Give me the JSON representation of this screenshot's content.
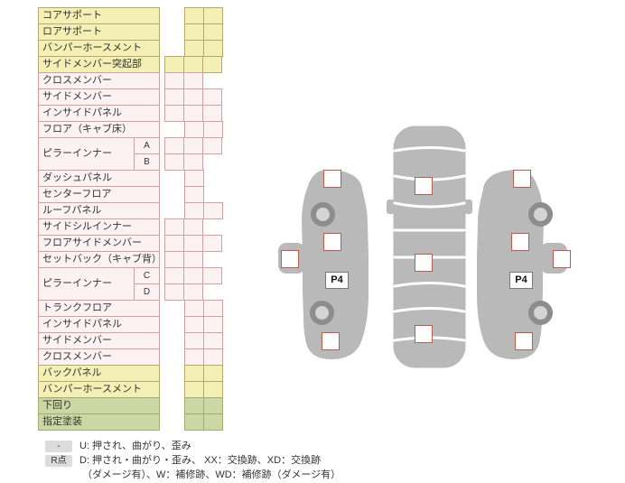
{
  "parts_table": {
    "rows": [
      {
        "label": "コアサポート",
        "color": "yellow",
        "cells": 2,
        "offset": 1
      },
      {
        "label": "ロアサポート",
        "color": "yellow",
        "cells": 2,
        "offset": 1
      },
      {
        "label": "バンパーホースメント",
        "color": "yellow",
        "cells": 2,
        "offset": 1
      },
      {
        "label": "サイドメンバー突起部",
        "color": "yellow",
        "cells": 3,
        "offset": 0
      },
      {
        "label": "クロスメンバー",
        "color": "pink",
        "cells": 2,
        "offset": 0
      },
      {
        "label": "サイドメンバー",
        "color": "pink",
        "cells": 3,
        "offset": 0
      },
      {
        "label": "インサイドパネル",
        "color": "pink",
        "cells": 3,
        "offset": 0
      },
      {
        "label": "フロア（キャブ床）",
        "color": "pink",
        "cells": 2,
        "offset": 1
      },
      {
        "label": "ピラーインナー",
        "color": "pink",
        "subs": [
          {
            "tag": "A",
            "cells": 3,
            "offset": 0
          },
          {
            "tag": "B",
            "cells": 2,
            "offset": 0
          }
        ]
      },
      {
        "label": "ダッシュパネル",
        "color": "pink",
        "cells": 1,
        "offset": 1
      },
      {
        "label": "センターフロア",
        "color": "pink",
        "cells": 1,
        "offset": 1
      },
      {
        "label": "ルーフパネル",
        "color": "pink",
        "cells": 2,
        "offset": 1
      },
      {
        "label": "サイドシルインナー",
        "color": "pink",
        "cells": 2,
        "offset": 0
      },
      {
        "label": "フロアサイドメンバー",
        "color": "pink",
        "cells": 3,
        "offset": 0
      },
      {
        "label": "セットバック（キャブ背）",
        "color": "pink",
        "cells": 2,
        "offset": 0
      },
      {
        "label": "ピラーインナー",
        "color": "pink",
        "subs": [
          {
            "tag": "C",
            "cells": 3,
            "offset": 0
          },
          {
            "tag": "D",
            "cells": 2,
            "offset": 0
          }
        ]
      },
      {
        "label": "トランクフロア",
        "color": "pink",
        "cells": 2,
        "offset": 1
      },
      {
        "label": "インサイドパネル",
        "color": "pink",
        "cells": 2,
        "offset": 1
      },
      {
        "label": "サイドメンバー",
        "color": "pink",
        "cells": 2,
        "offset": 1
      },
      {
        "label": "クロスメンバー",
        "color": "pink",
        "cells": 2,
        "offset": 1
      },
      {
        "label": "バックパネル",
        "color": "yellow",
        "cells": 2,
        "offset": 1
      },
      {
        "label": "バンパーホースメント",
        "color": "yellow",
        "cells": 2,
        "offset": 1
      },
      {
        "label": "下回り",
        "color": "green",
        "cells": 2,
        "offset": 1
      },
      {
        "label": "指定塗装",
        "color": "green",
        "cells": 2,
        "offset": 1
      }
    ]
  },
  "diagram": {
    "p4_left": "P4",
    "p4_right": "P4"
  },
  "legend": {
    "u_badge": "-",
    "u_text": "U: 押され、曲がり、歪み",
    "r_badge": "R点",
    "r_text": "D: 押され・曲がり・歪み、 XX：交換跡、XD：交換跡",
    "r_text2": "（ダメージ有）、W：補修跡、WD：補修跡（ダメージ有）"
  },
  "colors": {
    "section_yellow": "#f4efb4",
    "section_yellow_border": "#b4aa6e",
    "section_pink": "#fdf2f2",
    "section_pink_border": "#d2a0a0",
    "section_green": "#ccd8a3",
    "section_green_border": "#a2ad76",
    "car_body_gray": "#b9b9b9",
    "marker_border": "#b95c4f",
    "wheel_ring": "#8d8d8d"
  }
}
